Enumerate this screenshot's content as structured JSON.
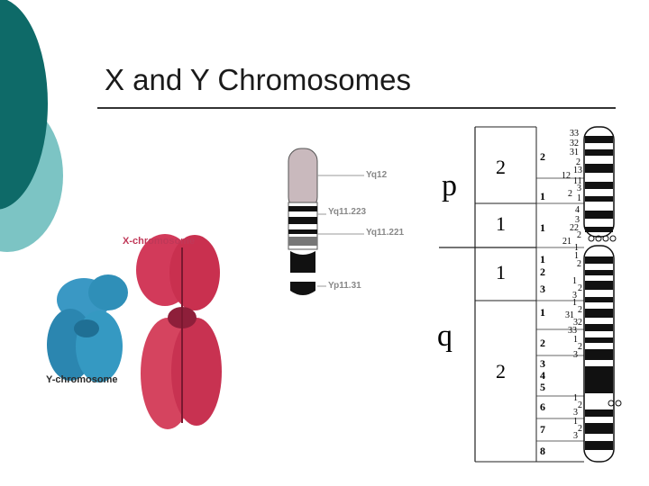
{
  "slide": {
    "title": "X and Y Chromosomes"
  },
  "y_photo": {
    "x_label": "X-chromosome",
    "y_label": "Y-chromosome"
  },
  "y_ideogram": {
    "bands": [
      "Yq12",
      "Yq11.223",
      "Yq11.221",
      "Yp11.31"
    ]
  },
  "x_ideogram": {
    "arm_p": "p",
    "arm_q": "q",
    "regions": [
      "2",
      "1",
      "1",
      "2"
    ],
    "bands_left": [
      "2",
      "1",
      "1",
      "1",
      "2",
      "3",
      "1",
      "2",
      "3",
      "4",
      "5",
      "6",
      "7",
      "8"
    ],
    "bands_right": [
      "33",
      "32",
      "31",
      "2",
      "12",
      "13",
      "11",
      "2",
      "3",
      "1",
      "4",
      "3",
      "22",
      "2",
      "21",
      "1",
      "1",
      "2",
      "1",
      "2",
      "3",
      "1",
      "2",
      "31",
      "32",
      "33",
      "1",
      "2",
      "3",
      "1",
      "2",
      "3",
      "1",
      "2",
      "3"
    ]
  },
  "colors": {
    "bubble_dark": "#0e6a68",
    "bubble_light": "#7cc4c4",
    "x_chromosome": "#d23a5a",
    "y_chromosome": "#2f8fb8"
  }
}
